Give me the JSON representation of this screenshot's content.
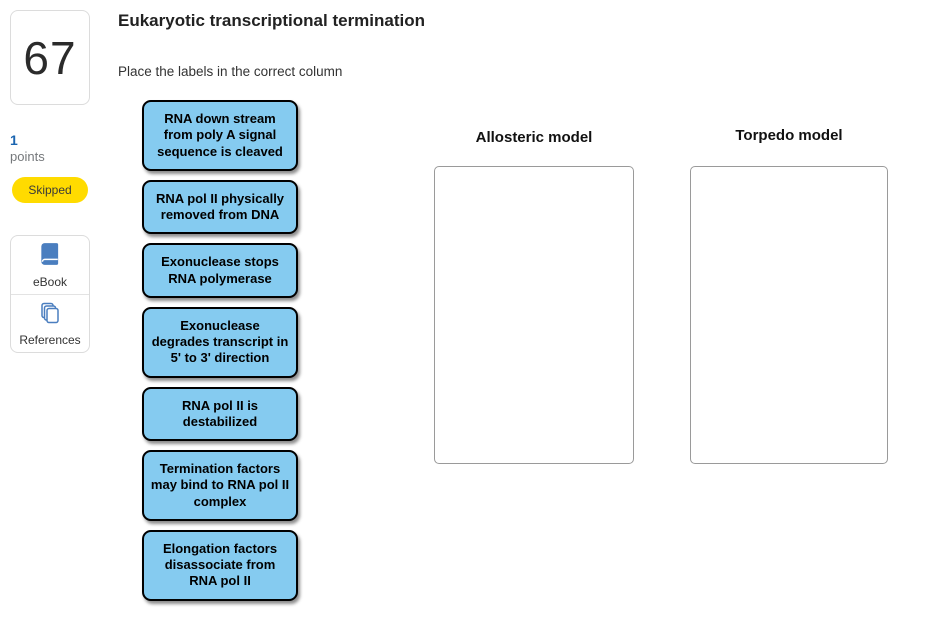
{
  "sidebar": {
    "question_number": "67",
    "points": {
      "value": "1",
      "label": "points"
    },
    "status_badge": "Skipped",
    "tools": {
      "ebook_label": "eBook",
      "references_label": "References"
    }
  },
  "main": {
    "title": "Eukaryotic transcriptional termination",
    "instruction": "Place the labels in the correct column",
    "drag_labels": [
      "RNA down stream from poly A signal sequence is cleaved",
      "RNA pol II physically removed from DNA",
      "Exonuclease stops RNA polymerase",
      "Exonuclease degrades transcript in 5' to 3' direction",
      "RNA pol II is destabilized",
      "Termination factors may bind to RNA pol II complex",
      "Elongation factors disassociate from RNA pol II"
    ],
    "columns": [
      {
        "title": "Allosteric model"
      },
      {
        "title": "Torpedo model"
      }
    ]
  },
  "colors": {
    "label_bg": "#85CBF0",
    "badge_bg": "#FFDB00",
    "points_blue": "#1b65b0",
    "icon_blue": "#4a7ebf"
  }
}
